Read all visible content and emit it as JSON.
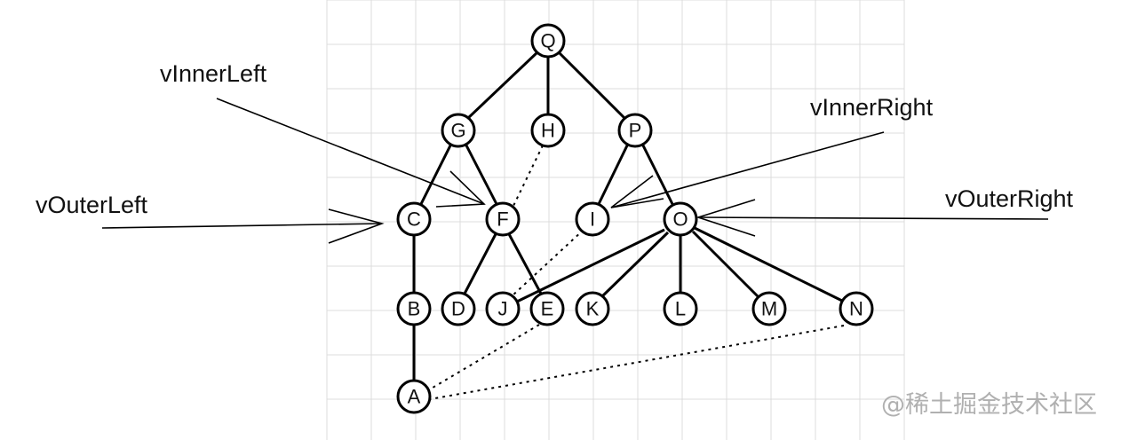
{
  "nodes": {
    "Q": "Q",
    "G": "G",
    "H": "H",
    "P": "P",
    "C": "C",
    "F": "F",
    "I": "I",
    "O": "O",
    "B": "B",
    "D": "D",
    "J": "J",
    "E": "E",
    "K": "K",
    "L": "L",
    "M": "M",
    "N": "N",
    "A": "A"
  },
  "pointers": {
    "inner_left": "vInnerLeft",
    "outer_left": "vOuterLeft",
    "inner_right": "vInnerRight",
    "outer_right": "vOuterRight"
  },
  "watermark": "@稀土掘金技术社区"
}
